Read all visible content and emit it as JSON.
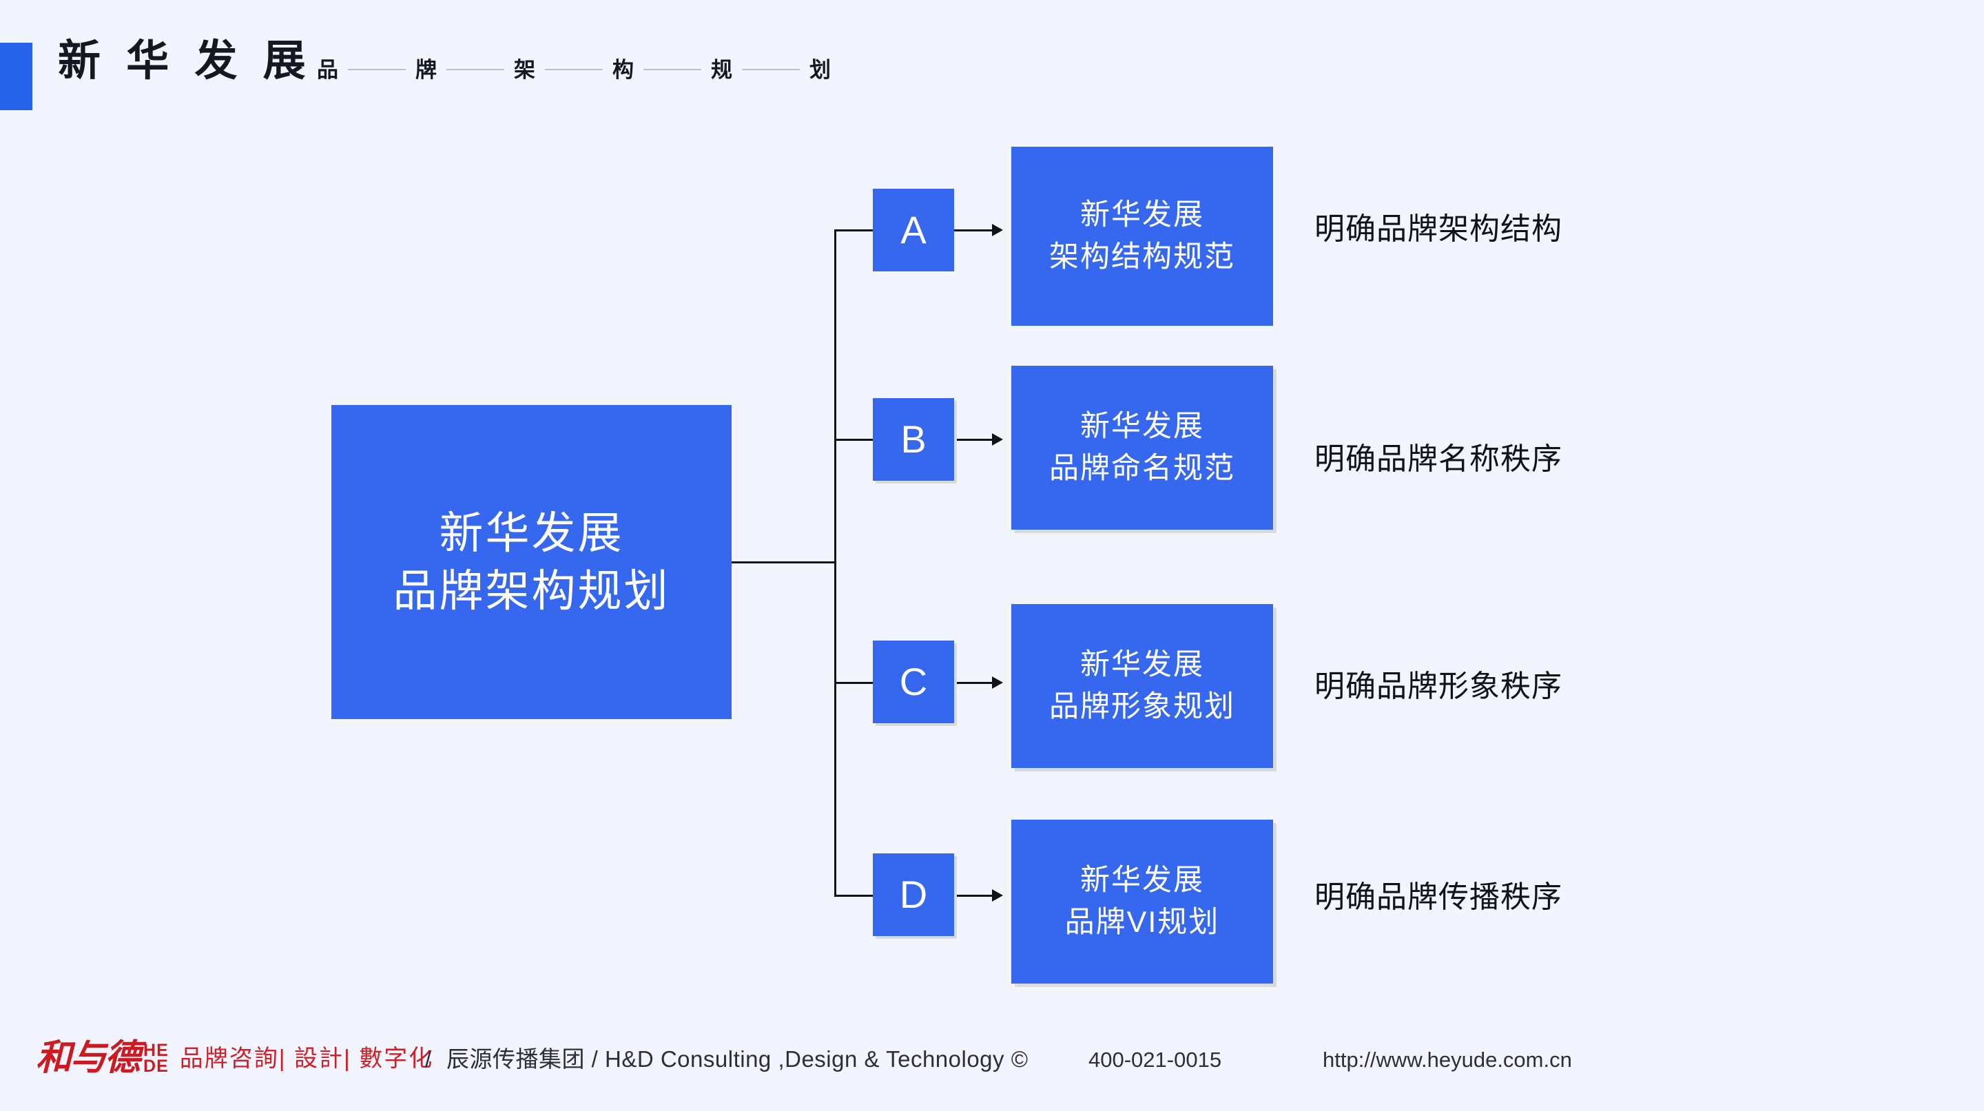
{
  "slide": {
    "background_color": "#f2f5fd",
    "accent_color": "#2563eb",
    "box_color": "#3568ef",
    "text_color": "#111318",
    "brand_red": "#cc1a20"
  },
  "header": {
    "title": "新 华 发 展",
    "steps": [
      "品",
      "牌",
      "架",
      "构",
      "规",
      "划"
    ]
  },
  "diagram": {
    "root": {
      "line1": "新华发展",
      "line2": "品牌架构规划"
    },
    "branches": [
      {
        "letter": "A",
        "box_line1": "新华发展",
        "box_line2": "架构结构规范",
        "description": "明确品牌架构结构"
      },
      {
        "letter": "B",
        "box_line1": "新华发展",
        "box_line2": "品牌命名规范",
        "description": "明确品牌名称秩序"
      },
      {
        "letter": "C",
        "box_line1": "新华发展",
        "box_line2": "品牌形象规划",
        "description": "明确品牌形象秩序"
      },
      {
        "letter": "D",
        "box_line1": "新华发展",
        "box_line2": "品牌VI规划",
        "description": "明确品牌传播秩序"
      }
    ]
  },
  "footer": {
    "logo_mark": "和与德",
    "logo_abbr_top": "HE",
    "logo_abbr_bottom": "DE",
    "tagline": "品牌咨詢| 設計| 數字化",
    "separator": "/",
    "company": "辰源传播集团 / H&D Consulting ,Design & Technology ©",
    "phone": "400-021-0015",
    "url": "http://www.heyude.com.cn"
  }
}
